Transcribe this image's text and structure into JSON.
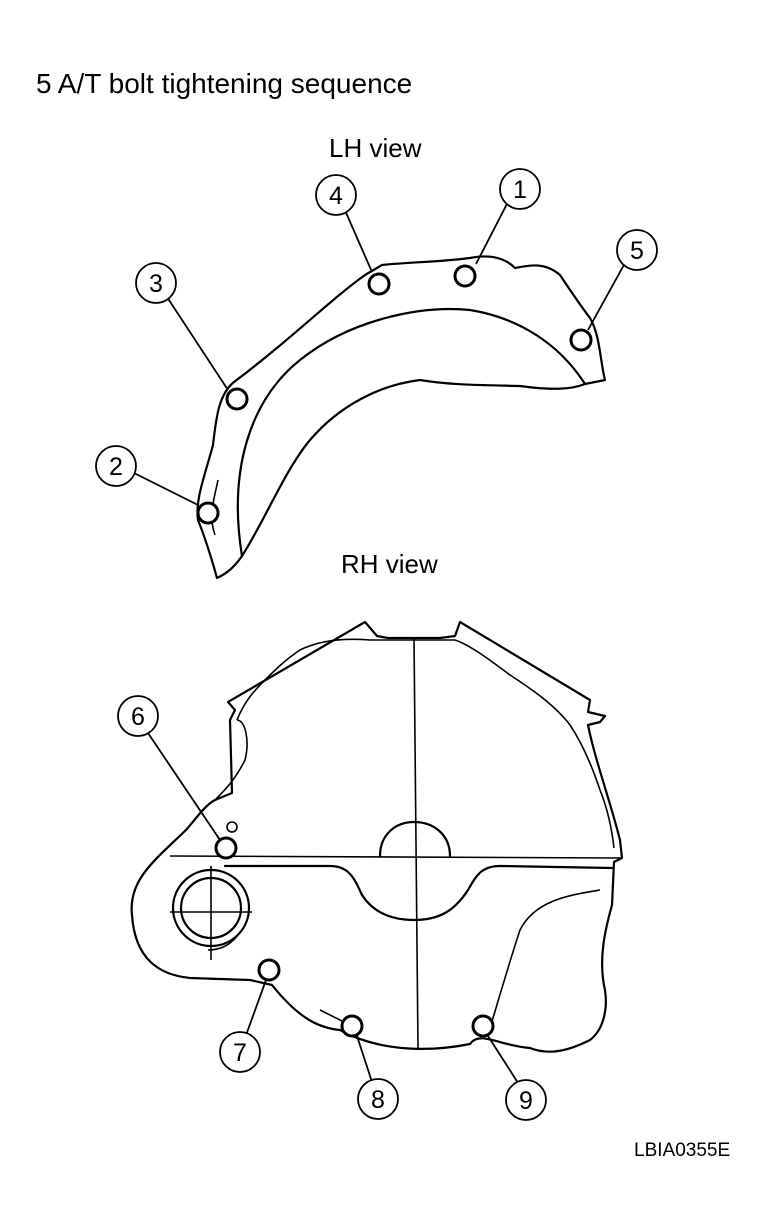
{
  "title": "5 A/T bolt tightening sequence",
  "lh_view": {
    "label": "LH view",
    "callouts": [
      "1",
      "2",
      "3",
      "4",
      "5"
    ]
  },
  "rh_view": {
    "label": "RH view",
    "callouts": [
      "6",
      "7",
      "8",
      "9"
    ]
  },
  "figure_code": "LBIA0355E"
}
